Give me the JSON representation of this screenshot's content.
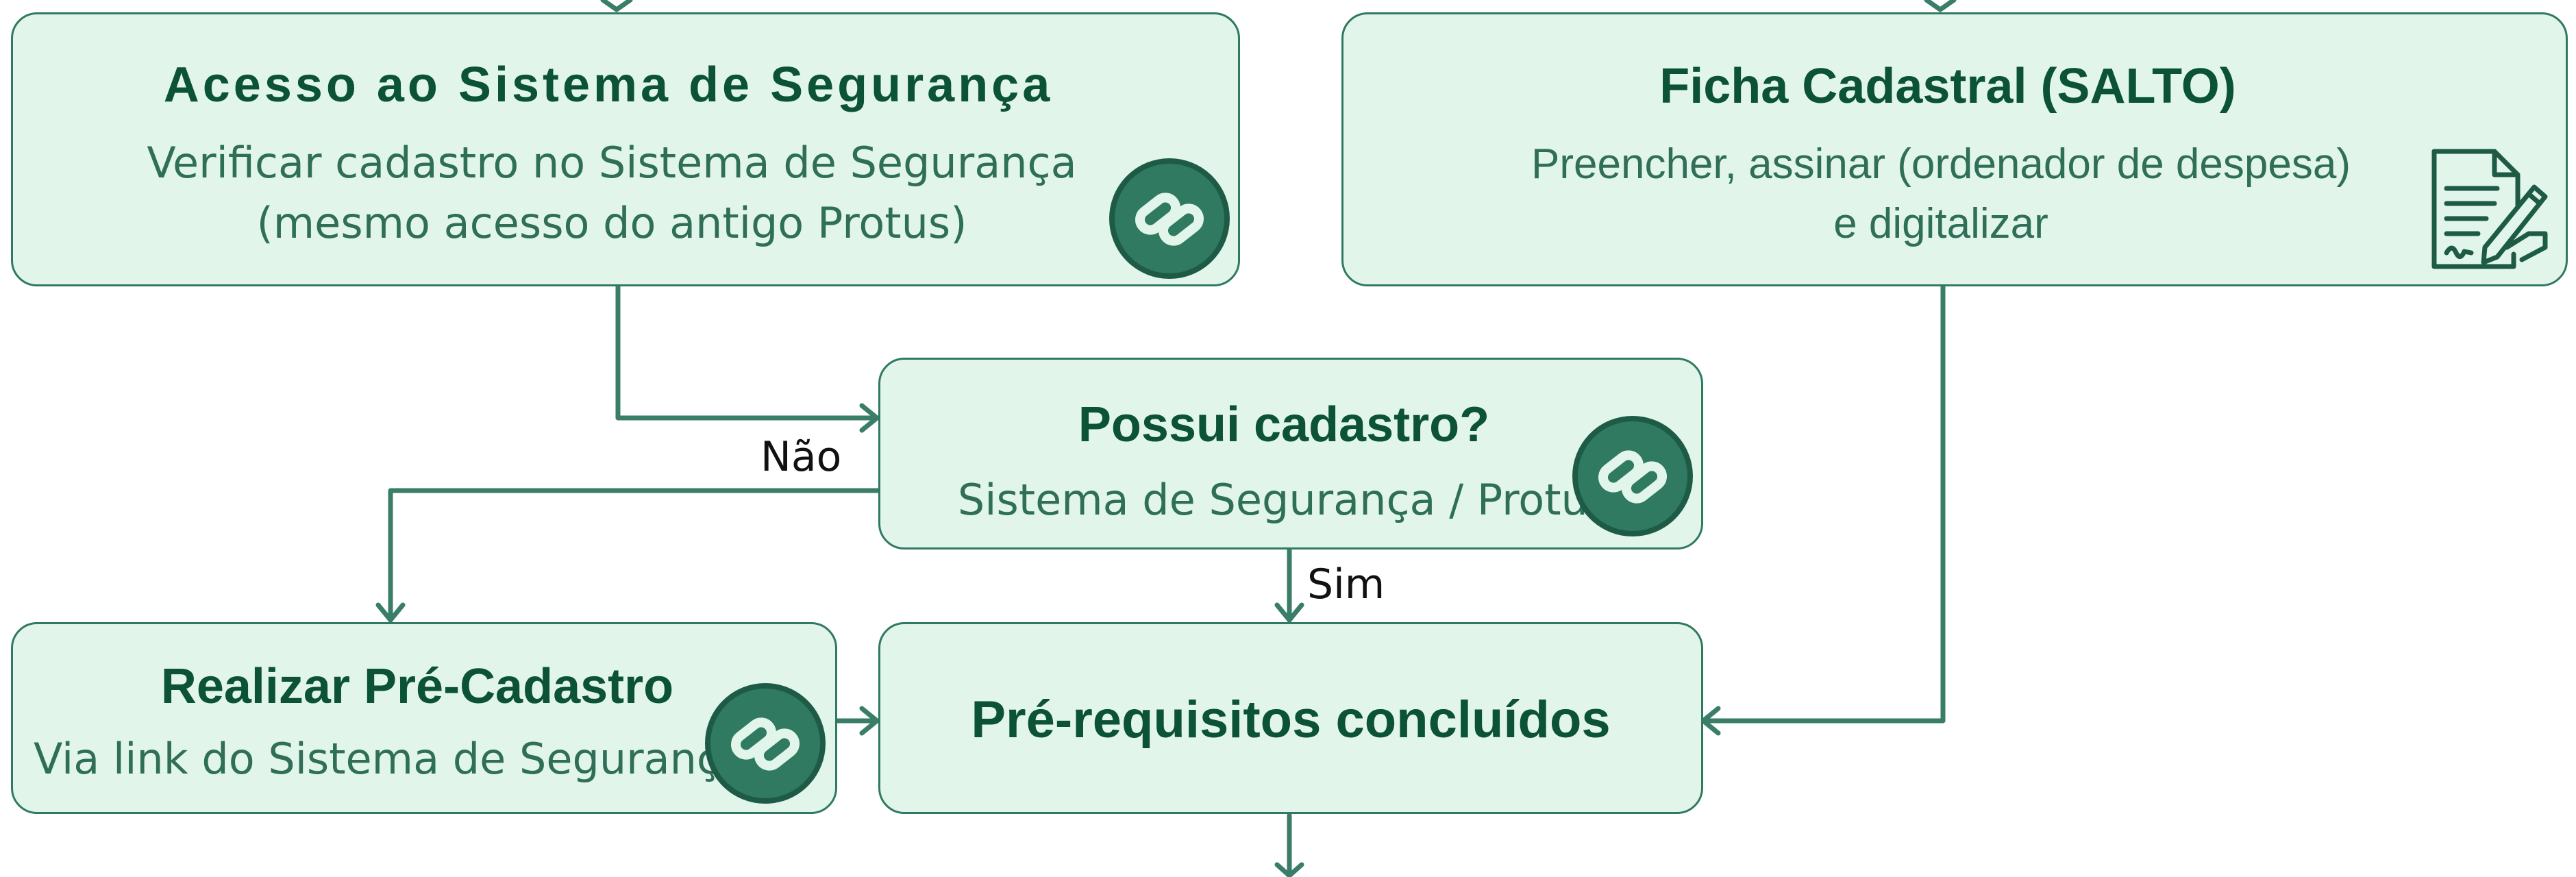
{
  "nodes": {
    "acesso": {
      "title": "Acesso ao Sistema de Segurança",
      "lines": [
        "Verificar cadastro no Sistema de Segurança",
        "(mesmo acesso do antigo Protus)"
      ],
      "icon": "link-icon"
    },
    "ficha": {
      "title": "Ficha Cadastral (SALTO)",
      "lines": [
        "Preencher, assinar (ordenador de despesa)",
        "e digitalizar"
      ],
      "icon": "signed-document-icon"
    },
    "possui": {
      "title": "Possui cadastro?",
      "lines": [
        "Sistema de Segurança / Protus"
      ],
      "icon": "link-icon"
    },
    "pre_cadastro": {
      "title": "Realizar Pré-Cadastro",
      "lines": [
        "Via link do Sistema de Segurança"
      ],
      "icon": "link-icon"
    },
    "concluidos": {
      "title": "Pré-requisitos concluídos",
      "lines": []
    }
  },
  "edges": {
    "nao": "Não",
    "sim": "Sim"
  },
  "colors": {
    "box_fill": "#e2f5ea",
    "border": "#2f7a61",
    "title": "#0b5237",
    "subtitle": "#2f6f58",
    "connector": "#3a7d69"
  }
}
